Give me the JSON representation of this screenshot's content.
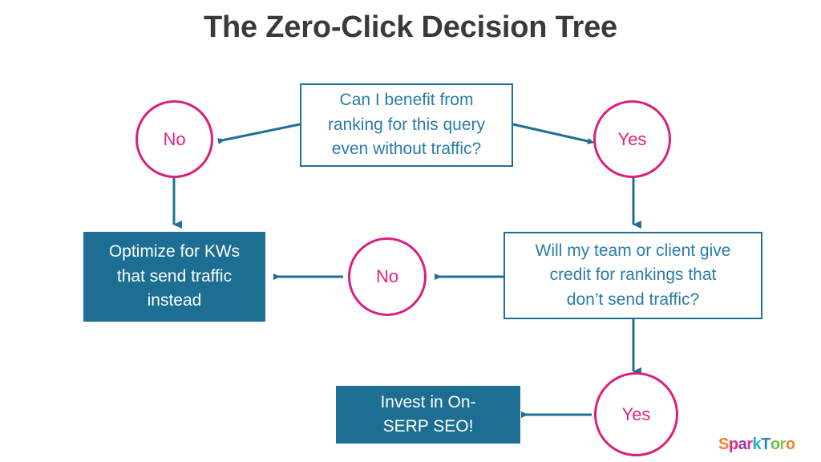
{
  "slide": {
    "title": "The Zero-Click Decision Tree",
    "background_color": "#ffffff",
    "title_color": "#3a3a3a"
  },
  "palette": {
    "teal": "#1c6e92",
    "teal_border": "#1d7096",
    "teal_text": "#2a7ca5",
    "pink": "#d9207e",
    "pink_text": "#e0257f",
    "white": "#ffffff"
  },
  "diagram": {
    "type": "flowchart",
    "nodes": [
      {
        "id": "q1",
        "kind": "question-box",
        "text": "Can I benefit from ranking for this query even without traffic?",
        "lines": [
          "Can I benefit from",
          "ranking for this query",
          "even without traffic?"
        ]
      },
      {
        "id": "no1",
        "kind": "decision-circle",
        "text": "No"
      },
      {
        "id": "yes1",
        "kind": "decision-circle",
        "text": "Yes"
      },
      {
        "id": "a1",
        "kind": "action-box",
        "text": "Optimize for KWs that send traffic instead",
        "lines": [
          "Optimize for KWs",
          "that send traffic",
          "instead"
        ]
      },
      {
        "id": "q2",
        "kind": "question-box",
        "text": "Will my team or client give credit for rankings that don’t send traffic?",
        "lines": [
          "Will my team or client give",
          "credit for rankings that",
          "don’t send traffic?"
        ]
      },
      {
        "id": "no2",
        "kind": "decision-circle",
        "text": "No"
      },
      {
        "id": "yes2",
        "kind": "decision-circle",
        "text": "Yes"
      },
      {
        "id": "a2",
        "kind": "action-box",
        "text": "Invest in On-SERP SEO!",
        "lines": [
          "Invest in On-",
          "SERP SEO!"
        ]
      }
    ],
    "edges": [
      {
        "from": "q1",
        "to": "no1",
        "direction": "left"
      },
      {
        "from": "q1",
        "to": "yes1",
        "direction": "right"
      },
      {
        "from": "no1",
        "to": "a1",
        "direction": "down"
      },
      {
        "from": "yes1",
        "to": "q2",
        "direction": "down"
      },
      {
        "from": "q2",
        "to": "no2",
        "direction": "left"
      },
      {
        "from": "no2",
        "to": "a1",
        "direction": "left"
      },
      {
        "from": "q2",
        "to": "yes2",
        "direction": "down"
      },
      {
        "from": "yes2",
        "to": "a2",
        "direction": "left"
      }
    ]
  },
  "logo": {
    "name": "SparkToro",
    "letters": [
      {
        "char": "S",
        "color": "#f0812a"
      },
      {
        "char": "p",
        "color": "#e32a7a"
      },
      {
        "char": "a",
        "color": "#8d3fa0"
      },
      {
        "char": "r",
        "color": "#e8318a"
      },
      {
        "char": "k",
        "color": "#19b2c4"
      },
      {
        "char": "T",
        "color": "#2f7fc4"
      },
      {
        "char": "o",
        "color": "#6bbf4a"
      },
      {
        "char": "r",
        "color": "#8dc63f"
      },
      {
        "char": "o",
        "color": "#f2822b"
      }
    ]
  }
}
